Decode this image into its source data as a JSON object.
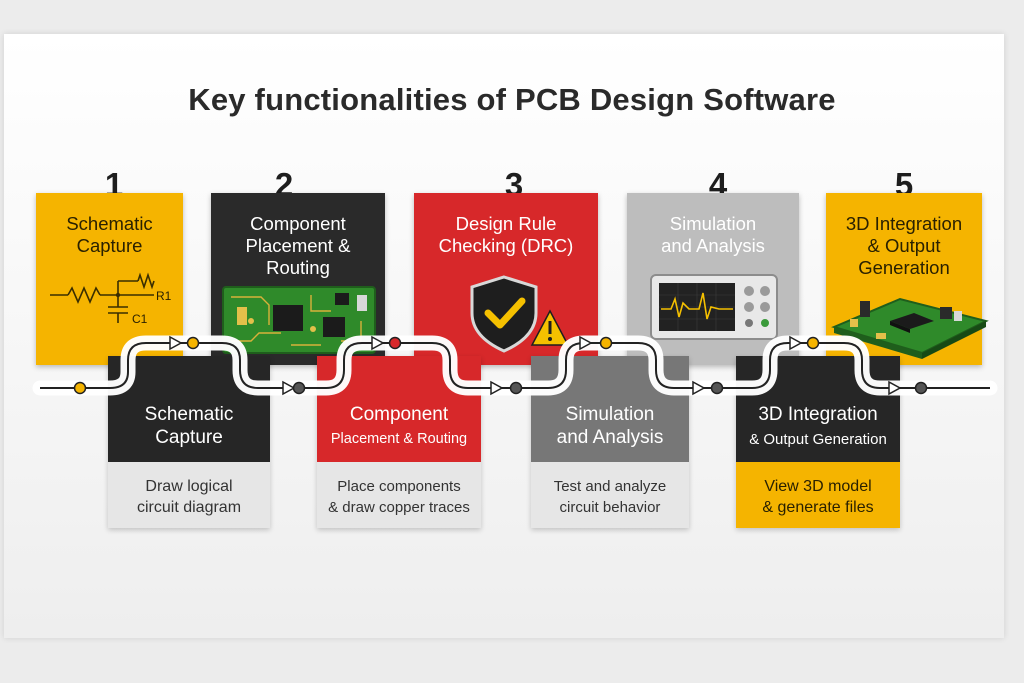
{
  "title": "Key functionalities of PCB Design Software",
  "colors": {
    "yellow": "#f5b400",
    "dark": "#262626",
    "red": "#d7282a",
    "gray": "#bdbdbd",
    "body_gray": "#e6e6e6"
  },
  "steps": [
    {
      "number": "1",
      "title_l1": "Schematic",
      "title_l2": "Capture",
      "title_l3": "",
      "resistor_label": "R1",
      "capacitor_label": "C1",
      "illustration": "schematic-symbols-icon"
    },
    {
      "number": "2",
      "title_l1": "Component",
      "title_l2": "Placement &",
      "title_l3": "Routing",
      "illustration": "circuit-board-icon"
    },
    {
      "number": "3",
      "title_l1": "Design Rule",
      "title_l2": "Checking (DRC)",
      "title_l3": "",
      "illustration": "shield-check-icon"
    },
    {
      "number": "4",
      "title_l1": "Simulation",
      "title_l2": "and Analysis",
      "title_l3": "",
      "illustration": "oscilloscope-icon"
    },
    {
      "number": "5",
      "title_l1": "3D Integration",
      "title_l2": "& Output",
      "title_l3": "Generation",
      "illustration": "3d-board-icon"
    }
  ],
  "details": [
    {
      "head_l1": "Schematic",
      "head_l2": "Capture",
      "body_l1": "Draw logical",
      "body_l2": "circuit diagram"
    },
    {
      "head_l1": "Component",
      "head_l2": "Placement & Routing",
      "body_l1": "Place components",
      "body_l2": "& draw copper traces"
    },
    {
      "head_l1": "Simulation",
      "head_l2": "and Analysis",
      "body_l1": "Test and analyze",
      "body_l2": "circuit behavior"
    },
    {
      "head_l1": "3D Integration",
      "head_l2": "& Output Generation",
      "body_l1": "View 3D model",
      "body_l2": "& generate files"
    }
  ]
}
